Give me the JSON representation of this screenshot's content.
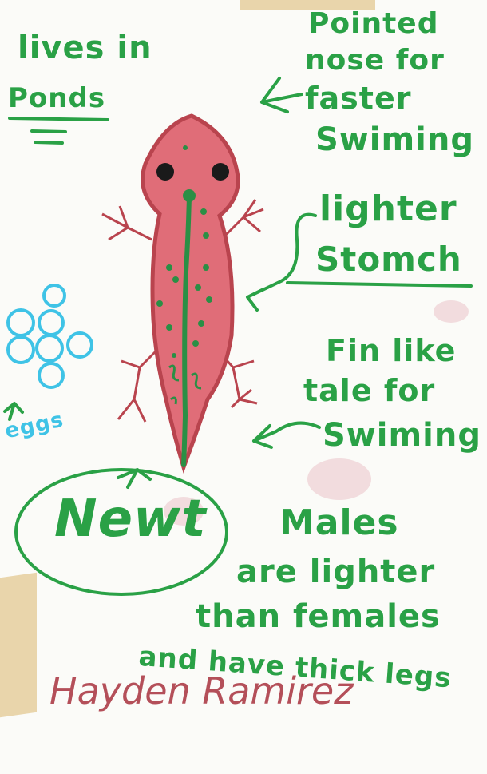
{
  "annotations": {
    "lives_line1": "lives in",
    "lives_line2": "Ponds",
    "nose_line1": "Pointed",
    "nose_line2": "nose for",
    "nose_line3": "faster",
    "nose_line4": "Swiming",
    "stomach_line1": "lighter",
    "stomach_line2": "Stomch",
    "fin_line1": "Fin like",
    "fin_line2": "tale for",
    "fin_line3": "Swiming",
    "males_line1": "Males",
    "males_line2": "are lighter",
    "males_line3": "than females",
    "males_line4": "and have thick legs",
    "eggs_label": "eggs",
    "title": "Newt",
    "signature": "Hayden Ramirez"
  },
  "colors": {
    "ink_green": "#2aa146",
    "newt_body": "#e06d78",
    "newt_outline": "#b9444e",
    "eggs_blue": "#3fc3e6",
    "signature_red": "#a8323e",
    "tape": "#e8d3a6"
  }
}
